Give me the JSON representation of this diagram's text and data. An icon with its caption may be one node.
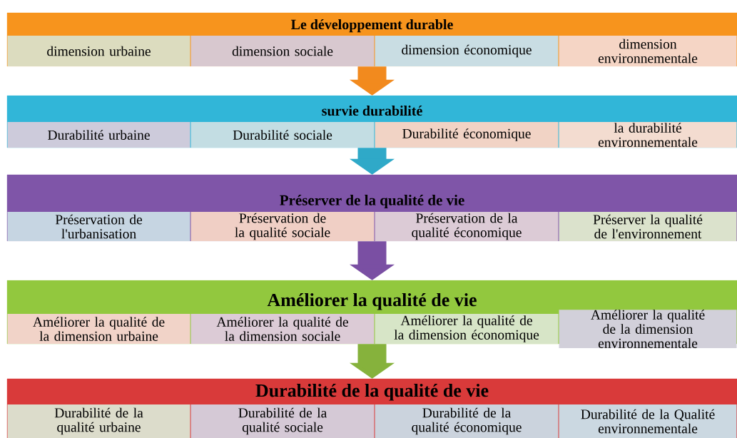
{
  "diagram": {
    "nodes": [
      {
        "text": [
          "Le développement durable"
        ]
      },
      {
        "text": [
          "dimension urbaine"
        ],
        "in": 0
      },
      {
        "text": [
          "dimension sociale"
        ],
        "in": 0
      },
      {
        "text": [
          "dimension  économique"
        ],
        "in": 0
      },
      {
        "text": [
          "dimension environnementale"
        ],
        "in": 0
      },
      {
        "text": [
          "survie durabilité"
        ]
      },
      {
        "text": [
          "Durabilité urbaine"
        ],
        "in": 5
      },
      {
        "text": [
          "Durabilité sociale"
        ],
        "in": 5
      },
      {
        "text": [
          "Durabilité économique"
        ],
        "in": 5
      },
      {
        "text": [
          "la durabilité environnementale"
        ],
        "in": 5
      },
      {
        "text": [
          "Préserver de la qualité de vie"
        ]
      },
      {
        "text": [
          "Préservation de l'urbanisation"
        ],
        "in": 10
      },
      {
        "text": [
          "Préservation de la qualité sociale"
        ],
        "in": 10
      },
      {
        "text": [
          "Préservation de la qualité économique"
        ],
        "in": 10
      },
      {
        "text": [
          "Préserver la qualité de l'environnement"
        ],
        "in": 10
      },
      {
        "text": [
          "Améliorer la qualité de vie"
        ]
      },
      {
        "text": [
          "Améliorer la qualité de la dimension urbaine"
        ],
        "in": 15
      },
      {
        "text": [
          "Améliorer la qualité de la dimension sociale"
        ],
        "in": 15
      },
      {
        "text": [
          "Améliorer la qualité de la dimension économique"
        ],
        "in": 15
      },
      {
        "text": [
          "Améliorer la qualité de la dimension environnementale"
        ],
        "in": 15
      },
      {
        "text": [
          "Durabilité de la qualité de vie"
        ]
      },
      {
        "text": [
          "Durabilité de la qualité urbaine"
        ],
        "in": 20
      },
      {
        "text": [
          "Durabilité de la qualité sociale"
        ],
        "in": 20
      },
      {
        "text": [
          "Durabilité de la qualité économique"
        ],
        "in": 20
      },
      {
        "text": [
          "Durabilité de la Qualité environnementale"
        ],
        "in": 20
      }
    ],
    "edges": [
      {
        "from": 0,
        "to": 5,
        "arrow": "to",
        "color": "#f28a1e"
      },
      {
        "from": 5,
        "to": 10,
        "arrow": "to",
        "color": "#2fa9c8"
      },
      {
        "from": 10,
        "to": 15,
        "arrow": "to",
        "color": "#7a4fa3"
      },
      {
        "from": 15,
        "to": 20,
        "arrow": "to",
        "color": "#86b23c"
      }
    ]
  }
}
